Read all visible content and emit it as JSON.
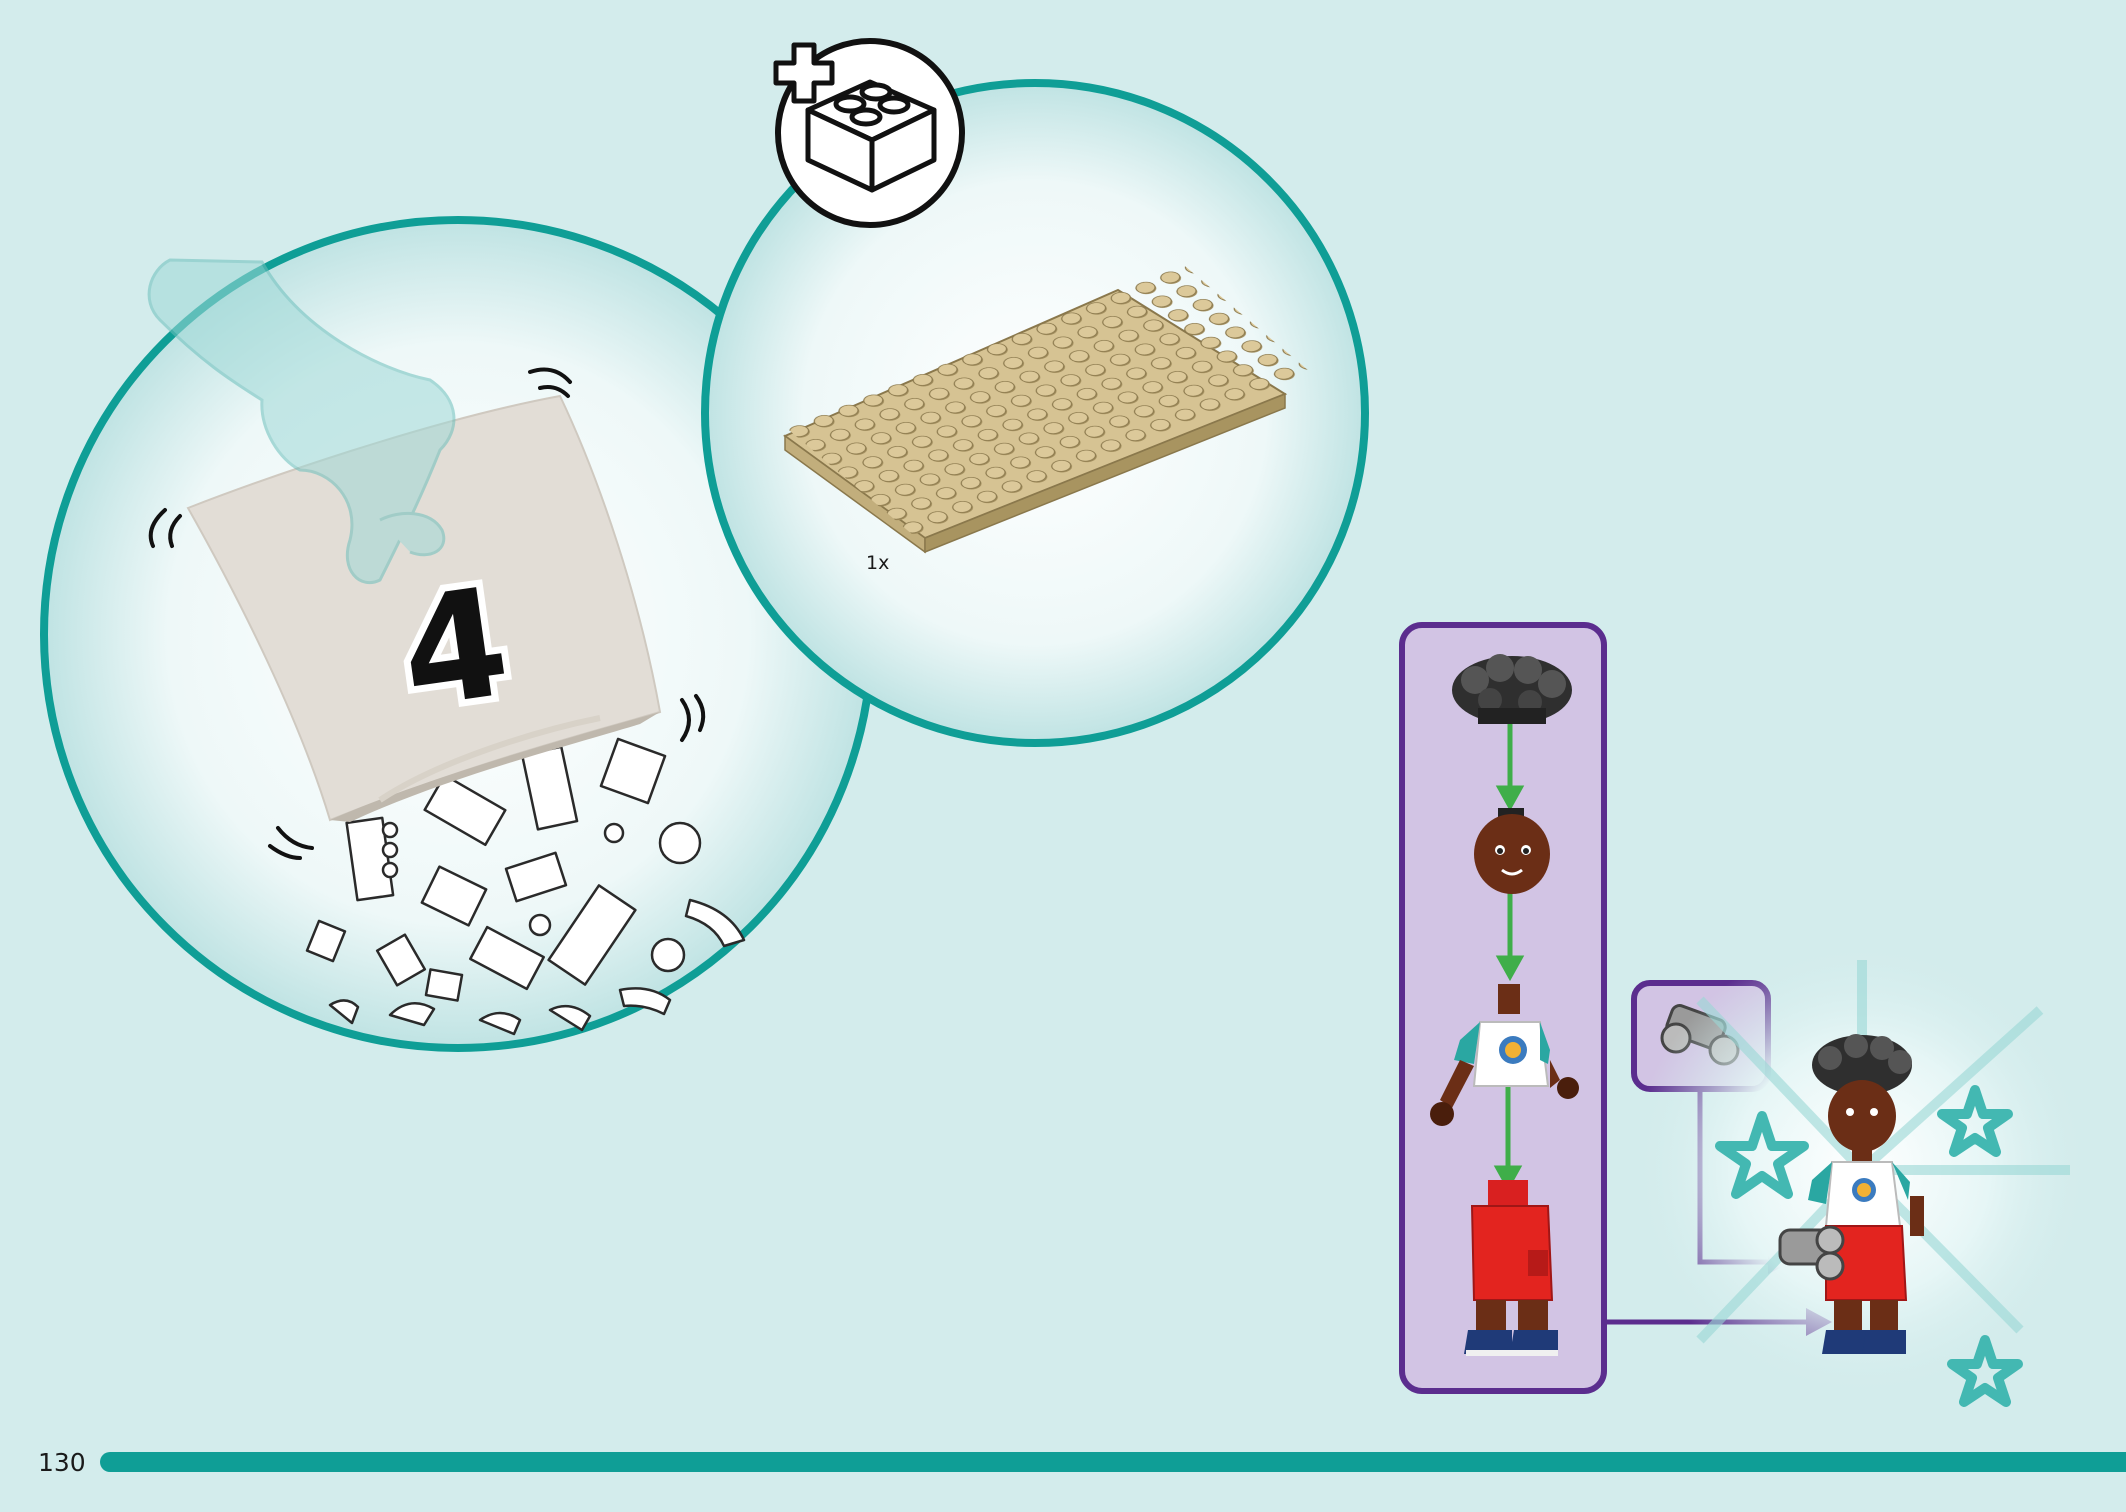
{
  "page": {
    "number": "130"
  },
  "bag": {
    "number": "4"
  },
  "parts_callout": {
    "items": [
      {
        "count": "1x",
        "part": "tan-plate-8x16"
      }
    ]
  },
  "minifig_build": {
    "accessory": "binoculars"
  },
  "colors": {
    "background": "#d3ecec",
    "accent_teal": "#0f9e96",
    "minifig_panel": "#d2c4e4",
    "minifig_panel_border": "#5b2d8e",
    "arrow_green": "#3fae49",
    "tan_plate": "#d6c393"
  },
  "icons": [
    "plus-icon",
    "brick-icon",
    "hand-icon",
    "bag-icon",
    "star-icon"
  ]
}
